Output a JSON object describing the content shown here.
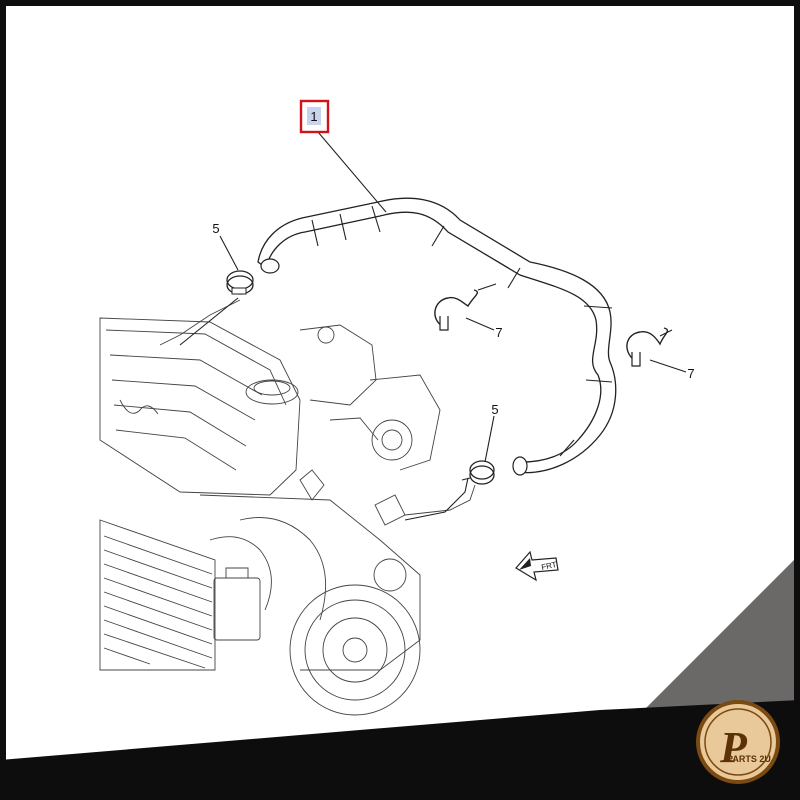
{
  "diagram": {
    "callouts": {
      "hose": "1",
      "clamp_upper": "5",
      "clamp_lower": "5",
      "clip_left": "7",
      "clip_right": "7"
    },
    "front_arrow_label": "FRT"
  },
  "branding": {
    "logo_text": "PARTS 2U",
    "logo_letter": "P"
  },
  "colors": {
    "frame": "#0d0d0d",
    "diagram_bg": "#ffffff",
    "highlight_box": "#d0121b",
    "callout_fill": "#c9d3ee",
    "corner_band": "#6b6868",
    "logo_ring": "#7a4a12",
    "logo_fill": "#e9c89a"
  }
}
